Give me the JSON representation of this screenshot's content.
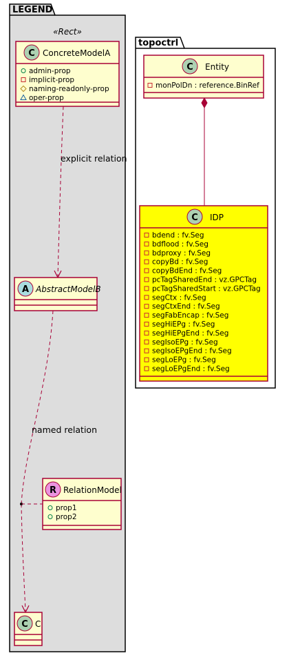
{
  "legend": {
    "title": "LEGEND",
    "stereotype": "«Rect»",
    "concrete_model": {
      "letter": "C",
      "name": "ConcreteModelA",
      "attributes": [
        {
          "marker": "○",
          "text": "admin-prop"
        },
        {
          "marker": "□",
          "text": "implicit-prop"
        },
        {
          "marker": "◇",
          "text": "naming-readonly-prop"
        },
        {
          "marker": "△",
          "text": "oper-prop"
        }
      ]
    },
    "abstract_model": {
      "letter": "A",
      "name": "AbstractModelB"
    },
    "relation_model": {
      "letter": "R",
      "name": "RelationModel",
      "attributes": [
        {
          "marker": "○",
          "text": "prop1"
        },
        {
          "marker": "○",
          "text": "prop2"
        }
      ]
    },
    "c_model": {
      "letter": "C",
      "name": "C"
    },
    "explicit_relation_label": "explicit relation",
    "named_relation_label": "named relation"
  },
  "topoctrl": {
    "title": "topoctrl",
    "entity": {
      "letter": "C",
      "name": "Entity",
      "attributes": [
        {
          "marker": "□",
          "text": "monPolDn : reference.BinRef"
        }
      ]
    },
    "idp": {
      "letter": "C",
      "name": "IDP",
      "attributes": [
        {
          "marker": "□",
          "text": "bdend : fv.Seg"
        },
        {
          "marker": "□",
          "text": "bdflood : fv.Seg"
        },
        {
          "marker": "□",
          "text": "bdproxy : fv.Seg"
        },
        {
          "marker": "□",
          "text": "copyBd : fv.Seg"
        },
        {
          "marker": "□",
          "text": "copyBdEnd : fv.Seg"
        },
        {
          "marker": "□",
          "text": "pcTagSharedEnd : vz.GPCTag"
        },
        {
          "marker": "□",
          "text": "pcTagSharedStart : vz.GPCTag"
        },
        {
          "marker": "□",
          "text": "segCtx : fv.Seg"
        },
        {
          "marker": "□",
          "text": "segCtxEnd : fv.Seg"
        },
        {
          "marker": "□",
          "text": "segFabEncap : fv.Seg"
        },
        {
          "marker": "□",
          "text": "segHiEPg : fv.Seg"
        },
        {
          "marker": "□",
          "text": "segHiEPgEnd : fv.Seg"
        },
        {
          "marker": "□",
          "text": "segIsoEPg : fv.Seg"
        },
        {
          "marker": "□",
          "text": "segIsoEPgEnd : fv.Seg"
        },
        {
          "marker": "□",
          "text": "segLoEPg : fv.Seg"
        },
        {
          "marker": "□",
          "text": "segLoEPgEnd : fv.Seg"
        }
      ]
    }
  },
  "colors": {
    "class_fill": "#FEFECE",
    "highlight_fill": "#FFFF00",
    "border": "#A80036",
    "package_fill_legend": "#DDDDDD",
    "class_circle": "#ADD1B2",
    "abstract_circle": "#A9DCDF",
    "relation_circle": "#EB93DF"
  }
}
